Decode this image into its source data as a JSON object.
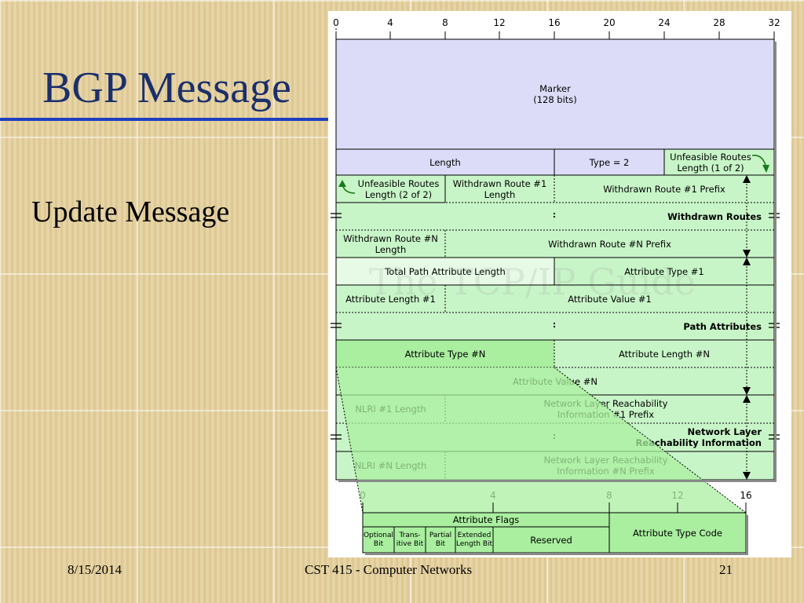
{
  "slide": {
    "title": "BGP Message",
    "subtitle": "Update Message",
    "footer_date": "8/15/2014",
    "footer_course": "CST 415 - Computer Networks",
    "footer_page": "21"
  },
  "diagram": {
    "ruler_top": [
      "0",
      "4",
      "8",
      "12",
      "16",
      "20",
      "24",
      "28",
      "32"
    ],
    "ruler_bottom": [
      "0",
      "4",
      "8",
      "12",
      "16"
    ],
    "watermark": "The TCP/IP Guide",
    "cells": {
      "marker": "Marker\n(128 bits)",
      "length": "Length",
      "type": "Type = 2",
      "unfeasible1": "Unfeasible Routes\nLength (1 of 2)",
      "unfeasible2": "Unfeasible Routes\nLength (2 of 2)",
      "wr1_length": "Withdrawn Route #1\nLength",
      "wr1_prefix": "Withdrawn Route #1 Prefix",
      "withdrawn_routes": "Withdrawn Routes",
      "wrn_length": "Withdrawn Route #N\nLength",
      "wrn_prefix": "Withdrawn Route #N Prefix",
      "total_path_attr": "Total Path Attribute Length",
      "attr_type1": "Attribute Type #1",
      "attr_len1": "Attribute Length #1",
      "attr_val1": "Attribute Value #1",
      "path_attributes": "Path Attributes",
      "attr_typeN": "Attribute Type #N",
      "attr_lenN": "Attribute Length #N",
      "attr_valN": "Attribute Value #N",
      "nlri1_length": "NLRI #1 Length",
      "nlri1_prefix": "Network Layer Reachability\nInformation #1 Prefix",
      "nlri_label": "Network Layer\nReachability Information",
      "nlriN_length": "NLRI #N Length",
      "nlriN_prefix": "Network Layer Reachability\nInformation #N Prefix"
    },
    "attr_type_detail": {
      "flags": "Attribute Flags",
      "optional": "Optional\nBit",
      "transitive": "Trans-\nitive Bit",
      "partial": "Partial\nBit",
      "extended": "Extended\nLength Bit",
      "reserved": "Reserved",
      "type_code": "Attribute Type Code"
    },
    "colors": {
      "marker": "#dcdcf8",
      "field": "#c8f5c8",
      "highlight": "#a9ef9f",
      "arrow": "#1a7a1a"
    }
  }
}
